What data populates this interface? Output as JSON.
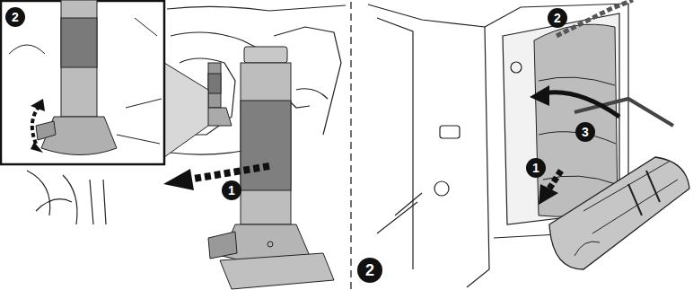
{
  "diagram": {
    "labels": [
      "2",
      "1",
      "2",
      "3",
      "1",
      "2"
    ]
  }
}
